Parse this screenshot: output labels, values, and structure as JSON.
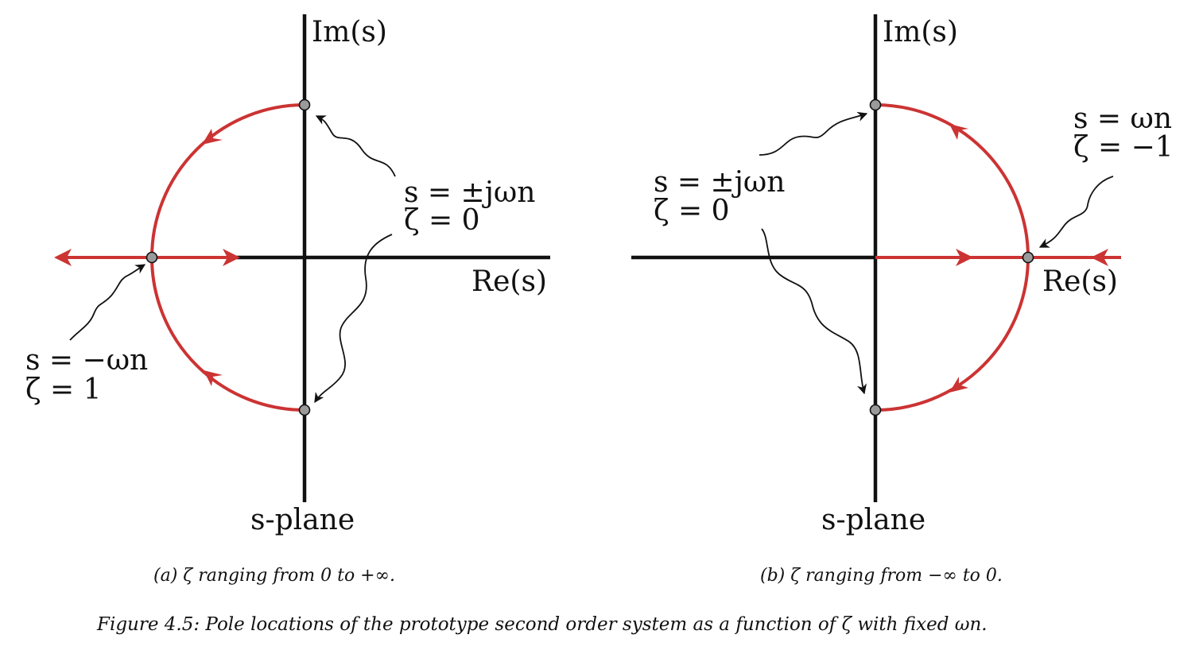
{
  "panel_a": {
    "im_label": "Im(s)",
    "re_label": "Re(s)",
    "plane_label": "s-plane",
    "annotation_top_line1": "s = ±jωn",
    "annotation_top_line2": "ζ = 0",
    "annotation_left_line1": "s = −ωn",
    "annotation_left_line2": "ζ = 1",
    "subcaption": "(a) ζ ranging from 0 to +∞."
  },
  "panel_b": {
    "im_label": "Im(s)",
    "re_label": "Re(s)",
    "plane_label": "s-plane",
    "annotation_mid_line1": "s = ±jωn",
    "annotation_mid_line2": "ζ = 0",
    "annotation_right_line1": "s = ωn",
    "annotation_right_line2": "ζ = −1",
    "subcaption": "(b) ζ ranging from −∞ to 0."
  },
  "caption": "Figure 4.5: Pole locations of the prototype second order system as a function of ζ with fixed ωn.",
  "colors": {
    "locus": "#cc3333",
    "axis": "#111111",
    "pole_fill": "#9a9a9a"
  }
}
